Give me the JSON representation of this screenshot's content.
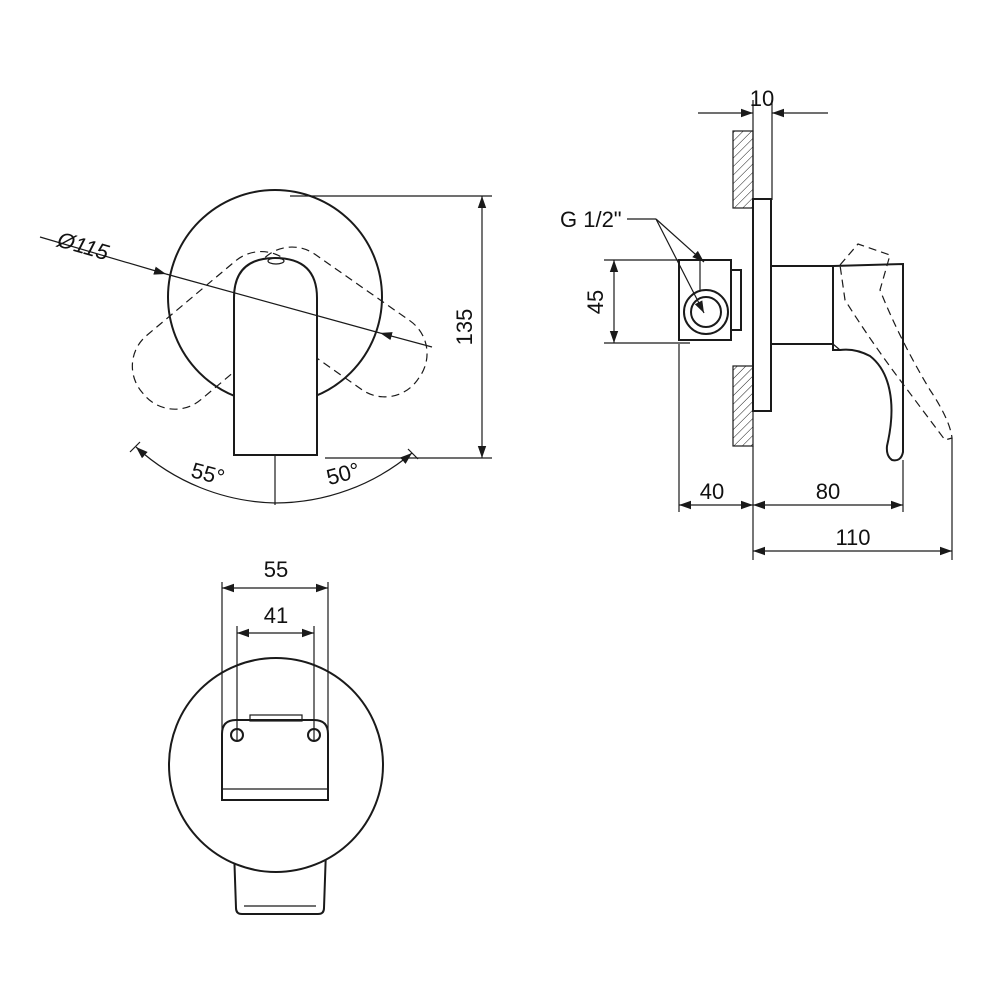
{
  "drawing": {
    "front_view": {
      "diameter_label": "Ø115",
      "height_label": "135",
      "angle_left_label": "55°",
      "angle_right_label": "50°"
    },
    "side_view": {
      "wall_depth_label": "10",
      "thread_label": "G 1/2\"",
      "body_height_label": "45",
      "depth_label_left": "40",
      "depth_label_right": "80",
      "total_depth_label": "110"
    },
    "bottom_view": {
      "outer_width_label": "55",
      "hole_spacing_label": "41"
    },
    "colors": {
      "ink": "#1a1a1a",
      "hatch": "#1a1a1a",
      "background": "#ffffff"
    }
  }
}
